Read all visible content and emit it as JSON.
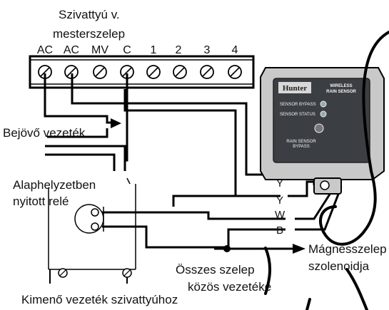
{
  "labels": {
    "pump_title_1": "Szivattyú v.",
    "pump_title_2": "mesterszelep",
    "incoming": "Bejövő vezeték",
    "relay_1": "Alaphelyzetben",
    "relay_2": "nyitott relé",
    "outgoing": "Kimenő vezeték szivattyúhoz",
    "common_1": "Összes szelep",
    "common_2": "közös vezetéke",
    "solenoid_1": "Mágnesszelep",
    "solenoid_2": "szolenoidja"
  },
  "terminals": [
    "AC",
    "AC",
    "MV",
    "C",
    "1",
    "2",
    "3",
    "4"
  ],
  "sensor": {
    "brand": "Hunter",
    "product_1": "WIRELESS",
    "product_2": "RAIN SENSOR",
    "sensor_bypass": "SENSOR BYPASS",
    "sensor_status": "SENSOR STATUS",
    "bypass_label_1": "RAIN SENSOR",
    "bypass_label_2": "BYPASS"
  },
  "wires": {
    "y1": "Y",
    "y2": "Y",
    "w": "W",
    "b": "B"
  },
  "colors": {
    "wire": "#000000",
    "sensor_body": "#c9c9c9",
    "sensor_panel": "#3b3f44"
  }
}
